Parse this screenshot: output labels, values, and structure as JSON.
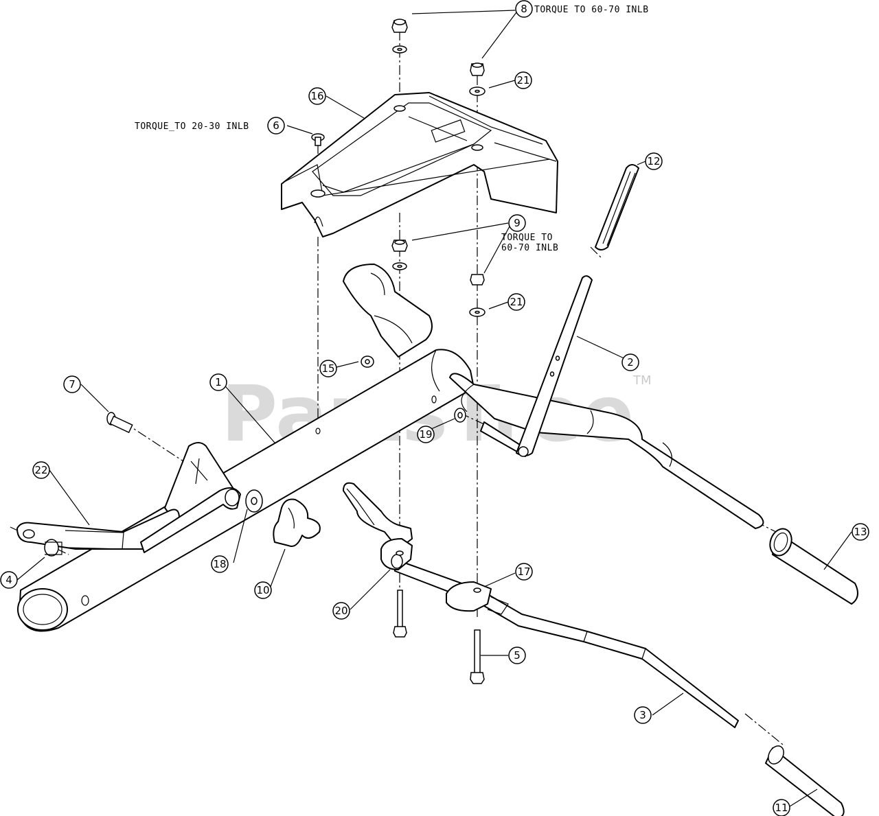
{
  "notes": {
    "torque_8": "TORQUE TO 60-70 INLB",
    "torque_6": "TORQUE_TO 20-30 INLB",
    "torque_9_line1": "TORQUE TO",
    "torque_9_line2": "60-70 INLB"
  },
  "watermark": {
    "text": "PartsTree",
    "tm": "TM",
    "color": "#bdbdbd"
  },
  "callouts": [
    {
      "id": "c1",
      "label": "1"
    },
    {
      "id": "c2",
      "label": "2"
    },
    {
      "id": "c3",
      "label": "3"
    },
    {
      "id": "c4",
      "label": "4"
    },
    {
      "id": "c5",
      "label": "5"
    },
    {
      "id": "c6",
      "label": "6"
    },
    {
      "id": "c7",
      "label": "7"
    },
    {
      "id": "c8",
      "label": "8"
    },
    {
      "id": "c9",
      "label": "9"
    },
    {
      "id": "c10",
      "label": "10"
    },
    {
      "id": "c11",
      "label": "11"
    },
    {
      "id": "c12",
      "label": "12"
    },
    {
      "id": "c13",
      "label": "13"
    },
    {
      "id": "c15",
      "label": "15"
    },
    {
      "id": "c16",
      "label": "16"
    },
    {
      "id": "c17",
      "label": "17"
    },
    {
      "id": "c18",
      "label": "18"
    },
    {
      "id": "c19",
      "label": "19"
    },
    {
      "id": "c20",
      "label": "20"
    },
    {
      "id": "c21a",
      "label": "21"
    },
    {
      "id": "c21b",
      "label": "21"
    },
    {
      "id": "c22",
      "label": "22"
    }
  ]
}
